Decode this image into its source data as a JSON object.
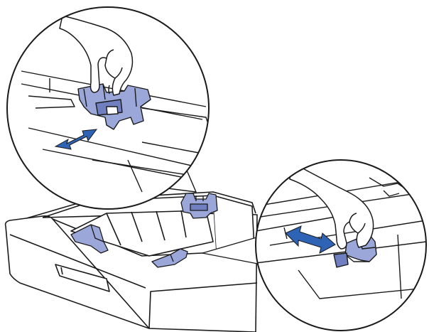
{
  "figure": {
    "kind": "printer-paper-tray-illustration",
    "colors": {
      "outline": "#1a1a1a",
      "tray_fill": "#ffffff",
      "guide_fill": "#9aa7d8",
      "guide_shade": "#6f7fbf",
      "arrow": "#2f63b6",
      "callout_bg": "#ffffff"
    },
    "parts": [
      "paper-tray",
      "rear-length-guide",
      "front-width-guide-left",
      "front-width-guide-right",
      "zoom-callout-top-left",
      "zoom-callout-bottom-right",
      "double-arrow-left",
      "double-arrow-right",
      "hand-pinching-guide-top",
      "hand-pinching-guide-bottom"
    ]
  }
}
